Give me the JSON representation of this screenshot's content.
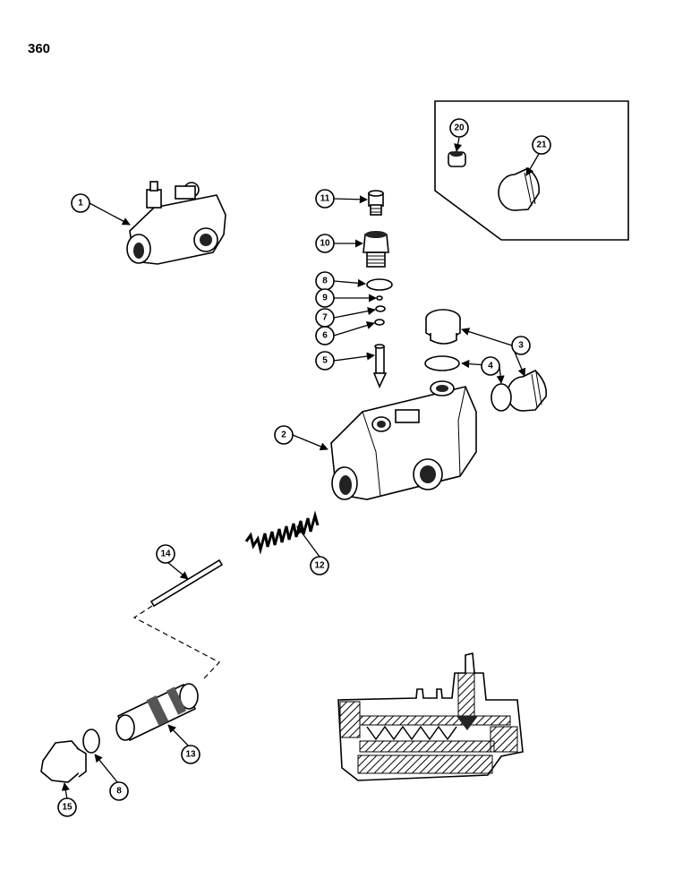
{
  "page_number": "360",
  "callouts": {
    "c1": "1",
    "c2": "2",
    "c3": "3",
    "c4": "4",
    "c5": "5",
    "c6": "6",
    "c7": "7",
    "c8a": "8",
    "c8b": "8",
    "c9": "9",
    "c10": "10",
    "c11": "11",
    "c12": "12",
    "c13": "13",
    "c14": "14",
    "c15": "15",
    "c20": "20",
    "c21": "21"
  }
}
